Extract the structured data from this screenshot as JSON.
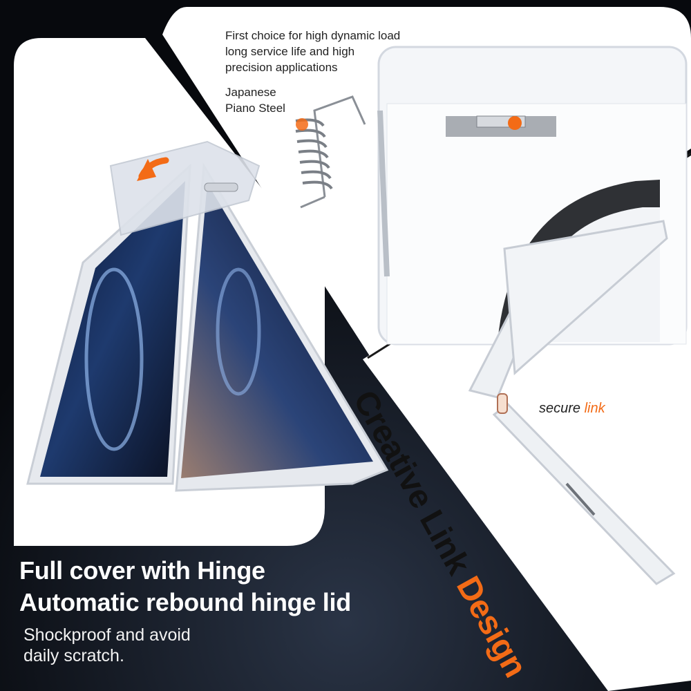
{
  "texts": {
    "feature_line1": "First choice for high dynamic load",
    "feature_line2": "long service life and high",
    "feature_line3": "precision applications",
    "steel_line1": "Japanese",
    "steel_line2": "Piano Steel",
    "secure_word": "secure",
    "secure_link": "link",
    "diagonal_main": "Creative Link",
    "diagonal_accent": "Design",
    "headline1": "Full cover with Hinge",
    "headline2": "Automatic rebound hinge lid",
    "sub_line1": "Shockproof and avoid",
    "sub_line2": "daily scratch."
  },
  "colors": {
    "accent": "#f36b16",
    "background_dark": "#0b0d12",
    "panel_white": "#ffffff"
  }
}
